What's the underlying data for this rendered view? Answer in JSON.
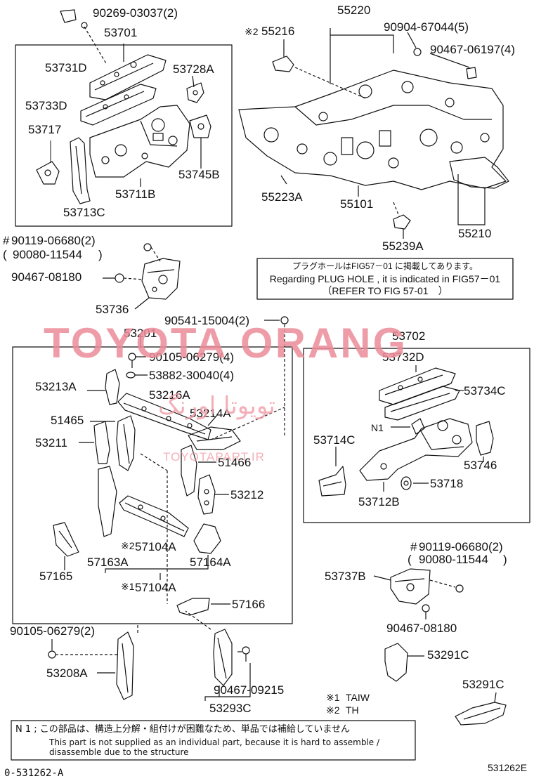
{
  "callouts": {
    "c90269": "90269-03037(2)",
    "c53701": "53701",
    "c53731D": "53731D",
    "c53728A": "53728A",
    "c53733D": "53733D",
    "c53717": "53717",
    "c53745B": "53745B",
    "c53711B": "53711B",
    "c53713C": "53713C",
    "c55216": "55216",
    "c55220": "55220",
    "c90904": "90904-67044(5)",
    "c90467_06197": "90467-06197(4)",
    "c55223A": "55223A",
    "c55101": "55101",
    "c55210": "55210",
    "c55239A": "55239A",
    "c90119_a": "90119-06680(2)",
    "c90080_a": "90080-11544",
    "c90467_08180_a": "90467-08180",
    "c53736": "53736",
    "c90541": "90541-15004(2)",
    "c53201": "53201",
    "c90105_4": "90105-06279(4)",
    "c53882": "53882-30040(4)",
    "c53213A": "53213A",
    "c53216A": "53216A",
    "c53214A": "53214A",
    "c51465": "51465",
    "c53211": "53211",
    "c51466": "51466",
    "c53212": "53212",
    "c57104A_2": "57104A",
    "c57163A": "57163A",
    "c57164A": "57164A",
    "c57165": "57165",
    "c57104A_1": "57104A",
    "c57166": "57166",
    "c90105_2": "90105-06279(2)",
    "c53208A": "53208A",
    "c90467_09215": "90467-09215",
    "c53293C": "53293C",
    "c53702": "53702",
    "c53732D": "53732D",
    "c53734C": "53734C",
    "cN1": "N1",
    "c53714C": "53714C",
    "c53746": "53746",
    "c53718": "53718",
    "c53712B": "53712B",
    "c90119_b": "90119-06680(2)",
    "c90080_b": "90080-11544",
    "c53737B": "53737B",
    "c90467_08180_b": "90467-08180",
    "c53291C_a": "53291C",
    "c53291C_b": "53291C"
  },
  "marks": {
    "hash": "#",
    "star1": "※1",
    "star2": "※2",
    "paren_open": "(",
    "paren_close": ")"
  },
  "legend": {
    "taiw": "TAIW",
    "th": "TH"
  },
  "note_box": {
    "jp": "プラグホールはFIG57－01 に掲載してあります。",
    "en": "Regarding PLUG HOLE , it is indicated in FIG57－01",
    "ref": "（REFER TO FIG 57-01　）"
  },
  "footnote": {
    "jp": "N 1 ; この部品は、構造上分解・組付けが困難なため、単品では補給していません",
    "en1": "This part is not supplied as an individual part, because it is hard to assemble /",
    "en2": "disassemble due to the structure"
  },
  "figure_code_left": "0-531262-A",
  "figure_code_right": "531262E",
  "watermark": {
    "title": "TOYOTA ORANG",
    "fa": "تویوتا اورنگ",
    "url": "TOYOTAPART.IR"
  }
}
